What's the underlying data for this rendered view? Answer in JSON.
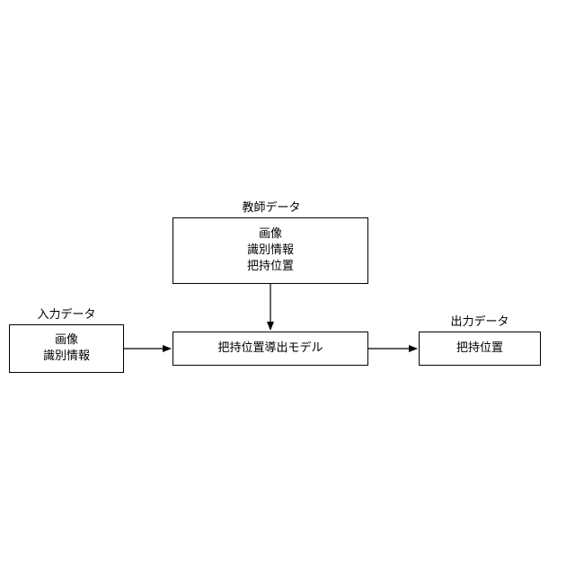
{
  "teacher_data": {
    "label": "教師データ",
    "items": [
      "画像",
      "識別情報",
      "把持位置"
    ]
  },
  "input_data": {
    "label": "入力データ",
    "items": [
      "画像",
      "識別情報"
    ]
  },
  "model": {
    "label": "把持位置導出モデル"
  },
  "output_data": {
    "label": "出力データ",
    "items": [
      "把持位置"
    ]
  },
  "colors": {
    "stroke": "#000000",
    "background": "#ffffff"
  }
}
